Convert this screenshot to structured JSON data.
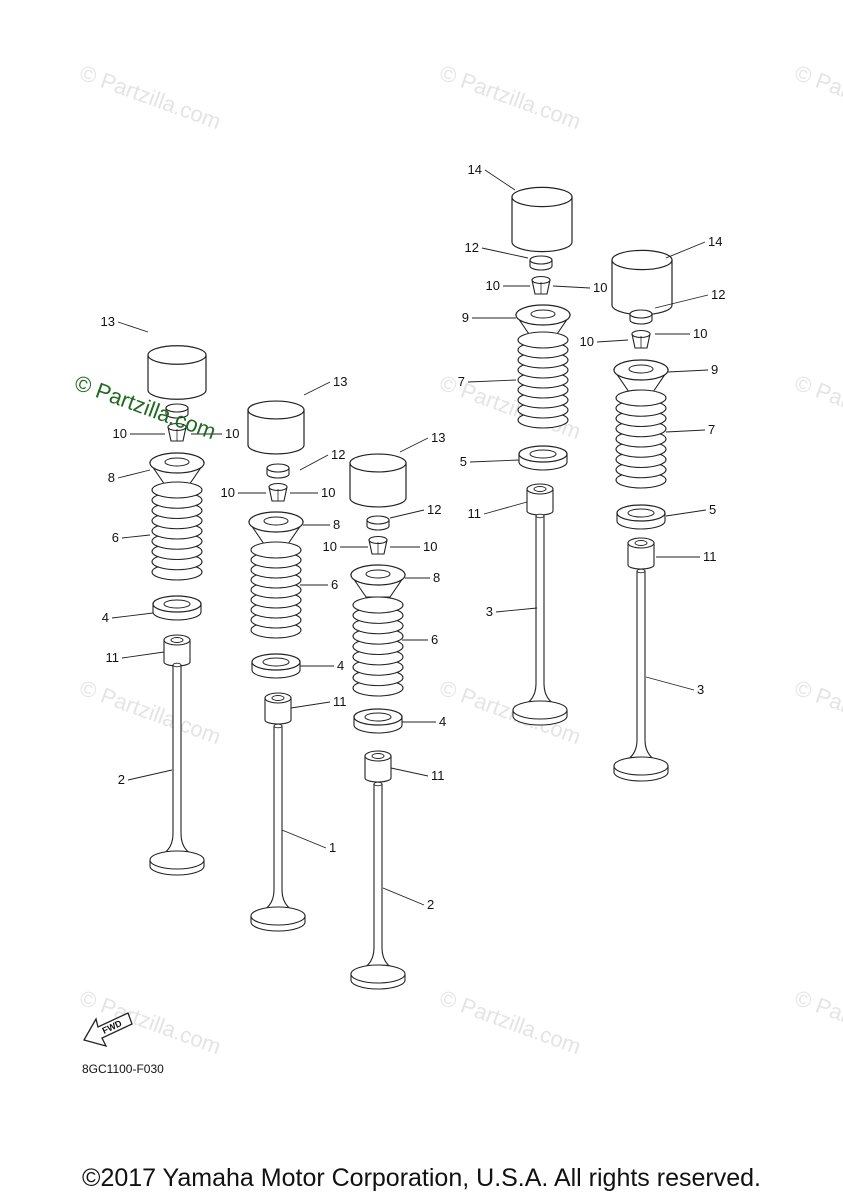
{
  "watermark": "© Partzilla.com",
  "diagram": {
    "code": "8GC1100-F030",
    "fwd_label": "FWD",
    "callouts": [
      "1",
      "2",
      "3",
      "4",
      "5",
      "6",
      "7",
      "8",
      "9",
      "10",
      "11",
      "12",
      "13",
      "14"
    ]
  },
  "footer": {
    "copyright": "©2017 Yamaha Motor Corporation, U.S.A. All rights reserved."
  }
}
